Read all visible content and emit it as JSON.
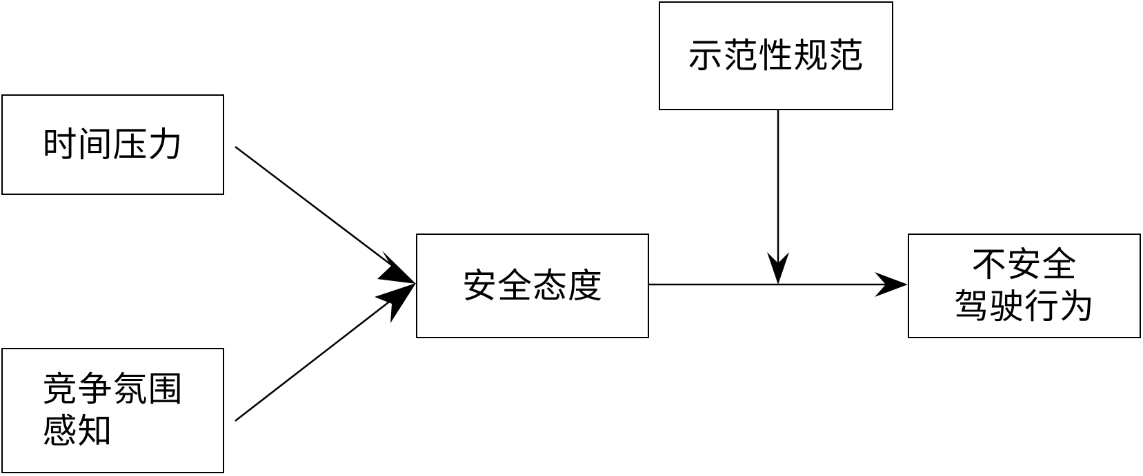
{
  "nodes": {
    "time_pressure": {
      "label": "时间压力"
    },
    "competition": {
      "lines": [
        "竞争氛围",
        "感知"
      ]
    },
    "safety_attitude": {
      "label": "安全态度"
    },
    "demonstrative_norms": {
      "label": "示范性规范"
    },
    "unsafe_behavior": {
      "lines": [
        "不安全",
        "驾驶行为"
      ]
    }
  },
  "edges": [
    {
      "from": "时间压力",
      "to": "安全态度"
    },
    {
      "from": "竞争氛围感知",
      "to": "安全态度"
    },
    {
      "from": "安全态度",
      "to": "不安全驾驶行为"
    },
    {
      "from": "示范性规范",
      "to": "安全态度→不安全驾驶行为"
    }
  ],
  "colors": {
    "stroke": "#000000",
    "background": "#ffffff"
  }
}
